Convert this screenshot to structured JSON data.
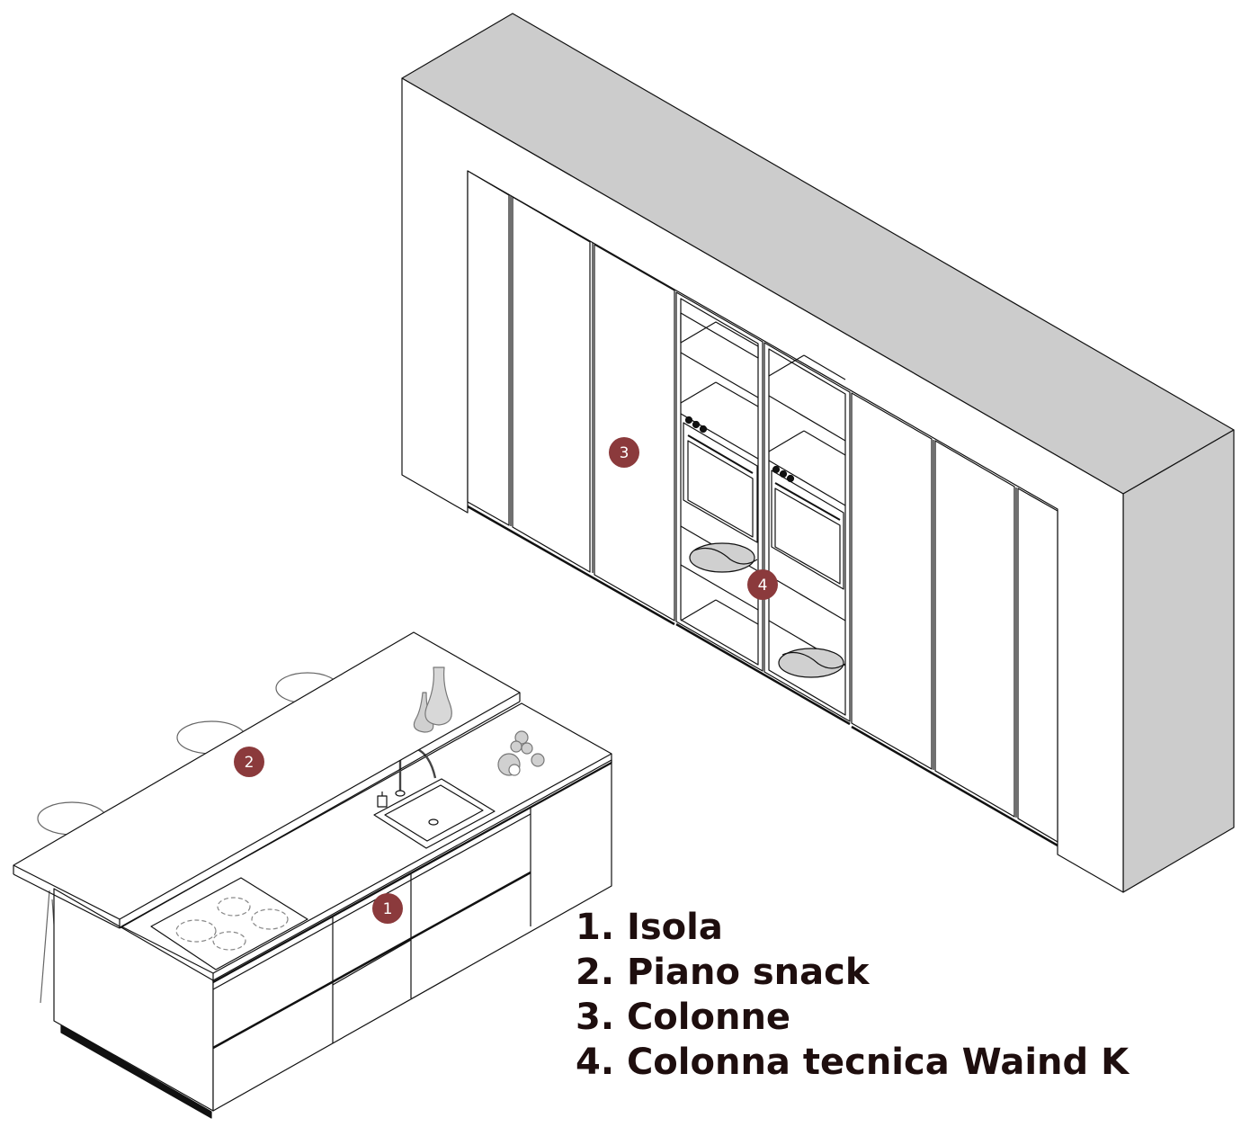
{
  "colors": {
    "marker": "#8b3a3c",
    "wall_top": "#cccccc",
    "wall_side": "#cccccc",
    "line": "#111111",
    "legend_text": "#1e0e0e"
  },
  "markers": [
    {
      "number": "1",
      "label": "Isola"
    },
    {
      "number": "2",
      "label": "Piano snack"
    },
    {
      "number": "3",
      "label": "Colonne"
    },
    {
      "number": "4",
      "label": "Colonna tecnica Waind K"
    }
  ],
  "legend": [
    "1. Isola",
    "2. Piano snack",
    "3. Colonne",
    "4. Colonna tecnica Waind K"
  ]
}
